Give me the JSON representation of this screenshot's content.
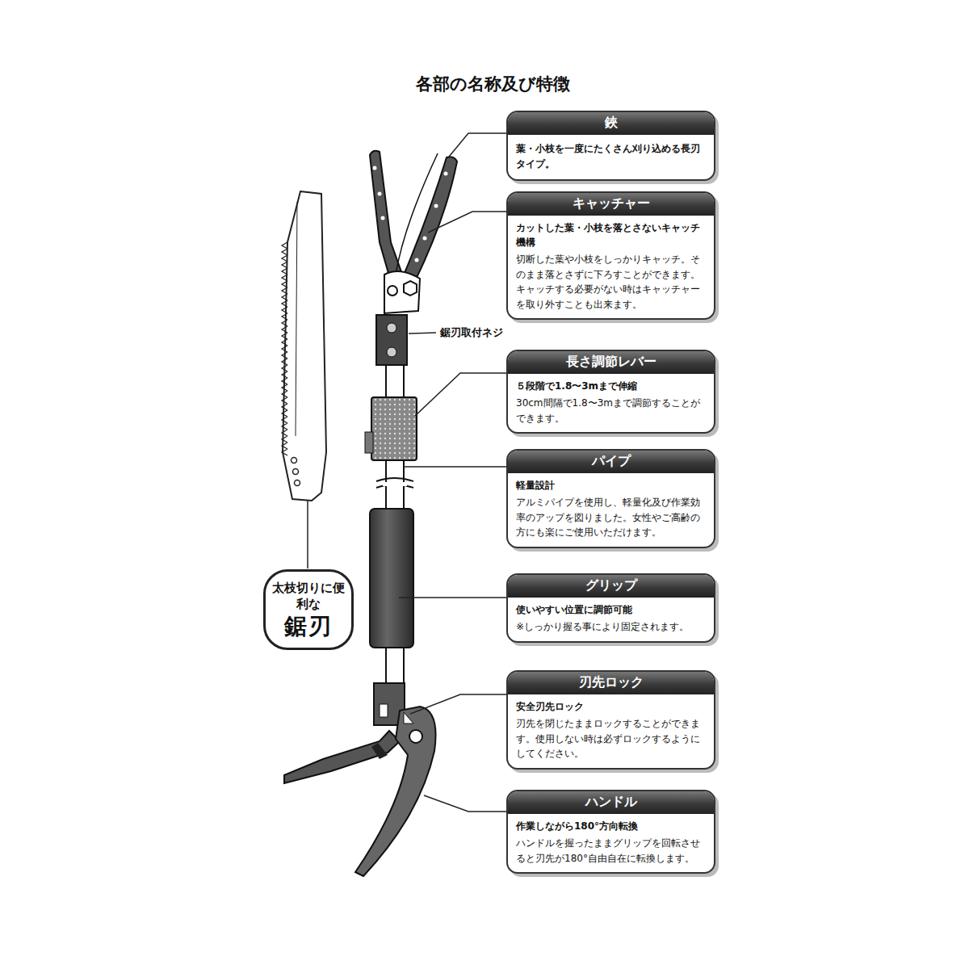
{
  "diagram": {
    "title": "各部の名称及び特徴",
    "nodes": [
      {
        "text": [
          "鋏",
          "葉・小枝を一度にたくさん刈り込める長刃タイプ。"
        ]
      },
      {
        "text": [
          "キャッチャー",
          "カットした葉・小枝を落とさないキャッチ機構",
          "切断した葉や小枝をしっかりキャッチ。そのまま落とさずに下ろすことができます。キャッチする必要がない時はキャッチャーを取り外すことも出来ます。"
        ]
      },
      {
        "text": [
          "長さ調節レバー",
          "５段階で1.8〜3mまで伸縮",
          "30cm間隔で1.8〜3mまで調節することができます。"
        ]
      },
      {
        "text": [
          "パイプ",
          "軽量設計",
          "アルミパイプを使用し、軽量化及び作業効率のアップを図りました。女性やご高齢の方にも楽にご使用いただけます。"
        ]
      },
      {
        "text": [
          "グリップ",
          "使いやすい位置に調節可能",
          "※しっかり握る事により固定されます。"
        ]
      },
      {
        "text": [
          "刃先ロック",
          "安全刃先ロック",
          "刃先を閉じたままロックすることができます。使用しない時は必ずロックするようにしてください。"
        ]
      },
      {
        "text": [
          "ハンドル",
          "作業しながら180°方向転換",
          "ハンドルを握ったままグリップを回転させると刃先が180°自由自在に転換します。"
        ]
      },
      {
        "text": [
          "太枝切りに便利な",
          "鋸刃"
        ]
      }
    ],
    "labels": [
      "鋸刃取付ネジ"
    ]
  }
}
